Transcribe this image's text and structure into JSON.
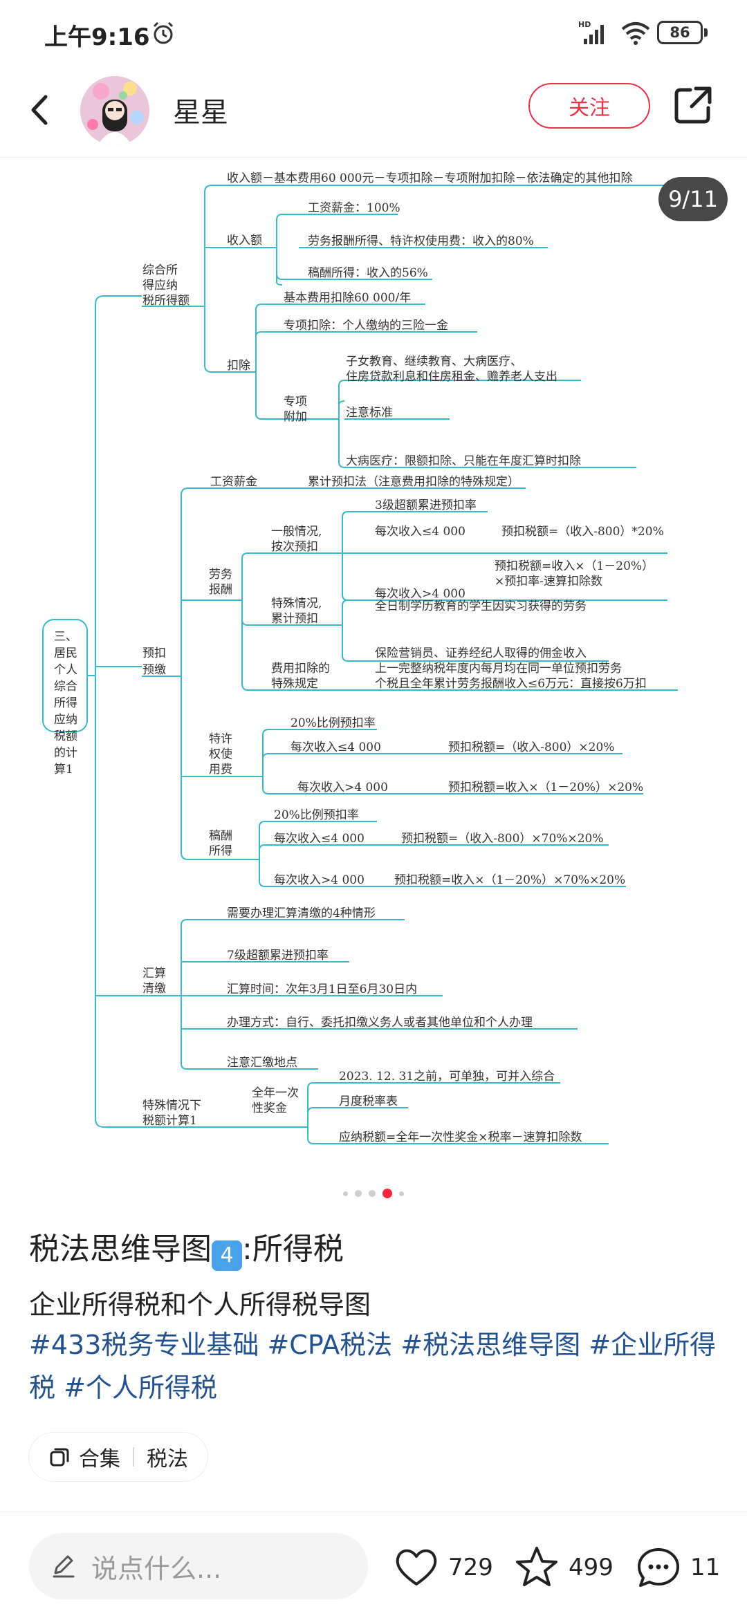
{
  "status": {
    "time": "上午9:16",
    "battery": "86",
    "network": "HD"
  },
  "header": {
    "author": "星星",
    "follow_label": "关注"
  },
  "image": {
    "page_indicator": "9/11"
  },
  "mindmap": {
    "root": [
      "三、",
      "居民",
      "个人",
      "综合",
      "所得",
      "应纳",
      "税额",
      "的计",
      "算1"
    ],
    "texts": {
      "t01": "收入额－基本费用60 000元－专项扣除－专项附加扣除－依法确定的其他扣除",
      "t02": "工资薪金：100%",
      "t03": "收入额",
      "t04": "劳务报酬所得、特许权使用费：收入的80%",
      "t05": "综合所",
      "t06": "得应纳",
      "t07": "税所得额",
      "t08": "稿酬所得：收入的56%",
      "t09": "基本费用扣除60 000/年",
      "t10": "专项扣除：个人缴纳的三险一金",
      "t11": "扣除",
      "t12": "子女教育、继续教育、大病医疗、",
      "t13": "住房贷款利息和住房租金、赡养老人支出",
      "t14": "专项",
      "t15": "附加",
      "t16": "注意标准",
      "t17": "大病医疗：限额扣除、只能在年度汇算时扣除",
      "t18": "工资薪金",
      "t19": "累计预扣法（注意费用扣除的特殊规定）",
      "t20": "3级超额累进预扣率",
      "t21": "一般情况,",
      "t22": "按次预扣",
      "t23": "每次收入≤4 000",
      "t24": "预扣税额=（收入-800）*20%",
      "t25": "预扣税额=收入×（1－20%）",
      "t26": "劳务",
      "t27": "报酬",
      "t28": "每次收入>4 000",
      "t29": "×预扣率-速算扣除数",
      "t30": "特殊情况,",
      "t31": "累计预扣",
      "t32": "全日制学历教育的学生因实习获得的劳务",
      "t33": "保险营销员、证券经纪人取得的佣金收入",
      "t34": "预扣",
      "t35": "预缴",
      "t36": "费用扣除的",
      "t37": "特殊规定",
      "t38": "上一完整纳税年度内每月均在同一单位预扣劳务",
      "t39": "个税且全年累计劳务报酬收入≤6万元：直接按6万扣",
      "t40": "20%比例预扣率",
      "t41": "特许",
      "t42": "权使",
      "t43": "用费",
      "t44": "每次收入≤4 000",
      "t45": "预扣税额=（收入-800）×20%",
      "t46": "每次收入>4 000",
      "t47": "预扣税额=收入×（1－20%）×20%",
      "t48": "20%比例预扣率",
      "t49": "稿酬",
      "t50": "所得",
      "t51": "每次收入≤4 000",
      "t52": "预扣税额=（收入-800）×70%×20%",
      "t53": "每次收入>4 000",
      "t54": "预扣税额=收入×（1－20%）×70%×20%",
      "t55": "需要办理汇算清缴的4种情形",
      "t56": "7级超额累进预扣率",
      "t57": "汇算",
      "t58": "清缴",
      "t59": "汇算时间：次年3月1日至6月30日内",
      "t60": "办理方式：自行、委托扣缴义务人或者其他单位和个人办理",
      "t61": "注意汇缴地点",
      "t62": "2023. 12. 31之前，可单独，可并入综合",
      "t63": "特殊情况下",
      "t64": "全年一次",
      "t65": "性奖金",
      "t66": "月度税率表",
      "t67": "税额计算1",
      "t68": "应纳税额=全年一次性奖金×税率－速算扣除数"
    }
  },
  "post": {
    "title_pre": "税法思维导图",
    "title_key": "4",
    "title_post": ":所得税",
    "desc": "企业所得税和个人所得税导图",
    "tags": "#433税务专业基础 #CPA税法 #税法思维导图 #企业所得税 #个人所得税",
    "collection_label": "合集",
    "collection_name": "税法"
  },
  "bottom": {
    "placeholder": "说点什么...",
    "likes": "729",
    "stars": "499",
    "comments": "11"
  },
  "colors": {
    "accent": "#ff2442",
    "mindmap_line": "#3bb8c4",
    "tag": "#24528f"
  }
}
